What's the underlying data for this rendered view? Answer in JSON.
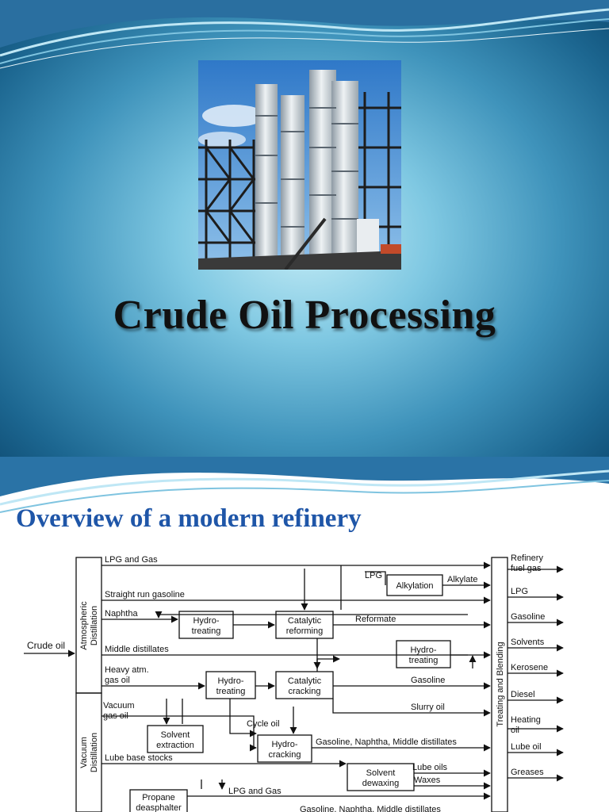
{
  "slide1": {
    "title": "Crude Oil Processing"
  },
  "slide2": {
    "title": "Overview of a modern refinery",
    "diagram": {
      "input": "Crude oil",
      "units": {
        "atm_distillation": [
          "Atmospheric",
          "Distillation"
        ],
        "vac_distillation": [
          "Vacuum",
          "Distillation"
        ],
        "treating_blending": "Treating and Blending",
        "alkylation": "Alkylation",
        "hydrotreating1": [
          "Hydro-",
          "treating"
        ],
        "cat_reforming": [
          "Catalytic",
          "reforming"
        ],
        "hydrotreating2": [
          "Hydro-",
          "treating"
        ],
        "hydrotreating3": [
          "Hydro-",
          "treating"
        ],
        "cat_cracking": [
          "Catalytic",
          "cracking"
        ],
        "solvent_extraction": [
          "Solvent",
          "extraction"
        ],
        "hydrocracking": [
          "Hydro-",
          "cracking"
        ],
        "solvent_dewaxing": [
          "Solvent",
          "dewaxing"
        ],
        "propane_deasphalter": [
          "Propane",
          "deasphalter"
        ]
      },
      "streams": {
        "lpg_gas": "LPG and Gas",
        "lpg": "LPG",
        "alkylate": "Alkylate",
        "straight_run": "Straight run gasoline",
        "naphtha": "Naphtha",
        "reformate": "Reformate",
        "middle_distillates": "Middle distillates",
        "heavy_atm": [
          "Heavy atm.",
          "gas oil"
        ],
        "gasoline": "Gasoline",
        "vacuum_gas_oil": [
          "Vacuum",
          "gas oil"
        ],
        "slurry_oil": "Slurry oil",
        "cycle_oil": "Cycle oil",
        "gas_naphtha_md": "Gasoline, Naphtha, Middle distillates",
        "lube_base": "Lube base stocks",
        "lube_oils": "Lube oils",
        "waxes": "Waxes",
        "lpg_gas2": "LPG and Gas",
        "gas_naphtha_md2": "Gasoline, Naphtha, Middle distillates"
      },
      "products": [
        "Refinery",
        "fuel gas",
        "LPG",
        "Gasoline",
        "Solvents",
        "Kerosene",
        "Diesel",
        "Heating",
        "oil",
        "Lube oil",
        "Greases"
      ]
    }
  }
}
